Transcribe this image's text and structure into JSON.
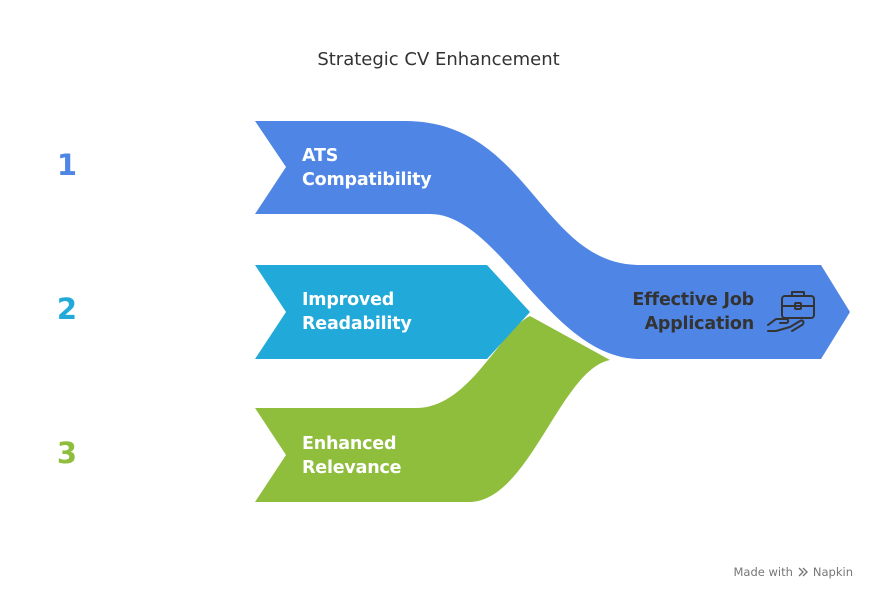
{
  "title": "Strategic CV Enhancement",
  "inputs": [
    {
      "number": "1",
      "line1": "ATS",
      "line2": "Compatibility",
      "color": "#4f86e5"
    },
    {
      "number": "2",
      "line1": "Improved",
      "line2": "Readability",
      "color": "#21a9d9"
    },
    {
      "number": "3",
      "line1": "Enhanced",
      "line2": "Relevance",
      "color": "#8fbd3c"
    }
  ],
  "output": {
    "line1": "Effective Job",
    "line2": "Application",
    "icon": "briefcase-hand-icon"
  },
  "footer": {
    "made_with": "Made with",
    "brand": "Napkin"
  }
}
